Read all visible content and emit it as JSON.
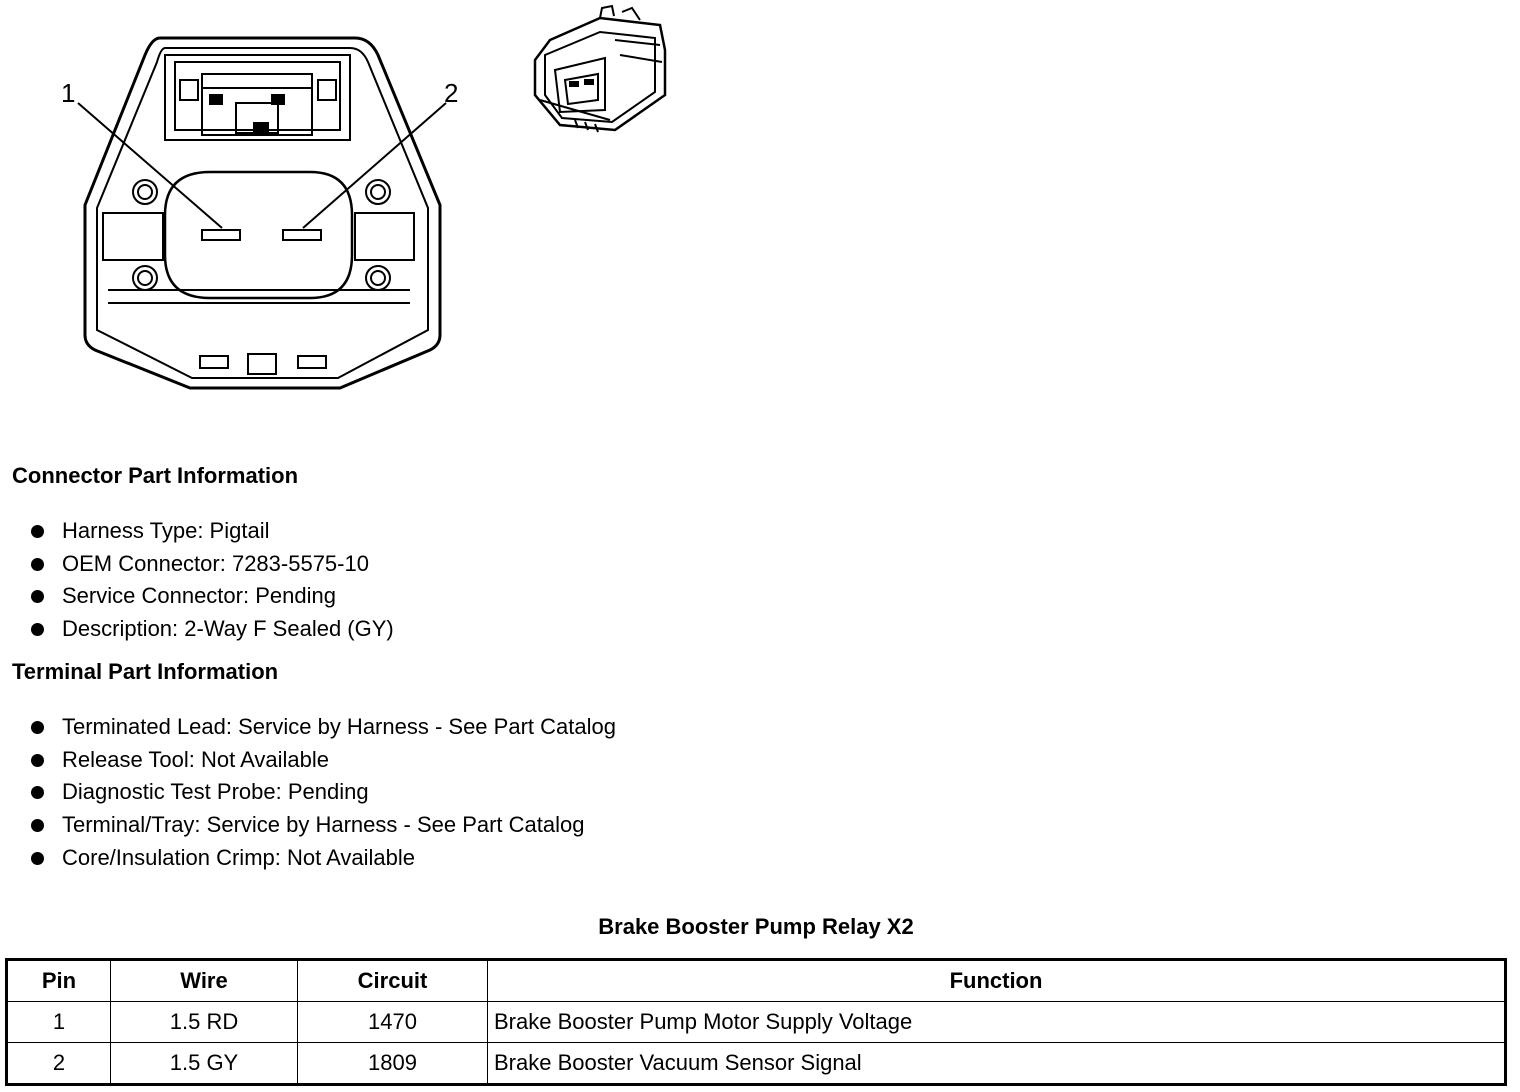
{
  "diagram": {
    "pin_labels": [
      "1",
      "2"
    ]
  },
  "connector_info": {
    "heading": "Connector Part Information",
    "items": [
      "Harness Type: Pigtail",
      "OEM Connector: 7283-5575-10",
      "Service Connector: Pending",
      "Description: 2-Way F Sealed (GY)"
    ]
  },
  "terminal_info": {
    "heading": "Terminal Part Information",
    "items": [
      "Terminated Lead: Service by Harness - See Part Catalog",
      "Release Tool: Not Available",
      "Diagnostic Test Probe: Pending",
      "Terminal/Tray: Service by Harness - See Part Catalog",
      "Core/Insulation Crimp: Not Available"
    ]
  },
  "table": {
    "title": "Brake Booster Pump Relay X2",
    "headers": [
      "Pin",
      "Wire",
      "Circuit",
      "Function"
    ],
    "rows": [
      [
        "1",
        "1.5 RD",
        "1470",
        "Brake Booster Pump Motor Supply Voltage"
      ],
      [
        "2",
        "1.5 GY",
        "1809",
        "Brake Booster Vacuum Sensor Signal"
      ]
    ]
  }
}
